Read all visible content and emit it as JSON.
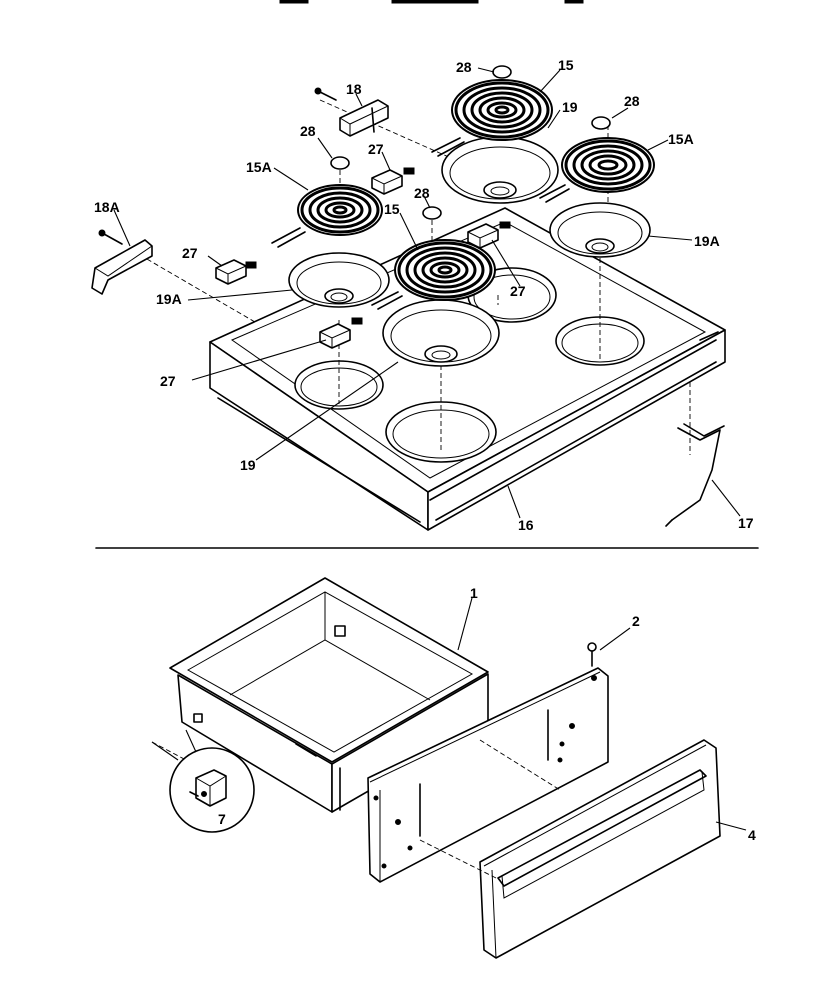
{
  "labels": {
    "l1": "1",
    "l2": "2",
    "l4": "4",
    "l7": "7",
    "l15a": "15",
    "l15b": "15",
    "l15Aa": "15A",
    "l15Ab": "15A",
    "l16": "16",
    "l17": "17",
    "l18": "18",
    "l18A": "18A",
    "l19a": "19",
    "l19b": "19",
    "l19Aa": "19A",
    "l19Ab": "19A",
    "l27a": "27",
    "l27b": "27",
    "l27c": "27",
    "l27d": "27",
    "l28a": "28",
    "l28b": "28",
    "l28c": "28",
    "l28d": "28"
  },
  "colors": {
    "line": "#000000",
    "background": "#ffffff"
  }
}
